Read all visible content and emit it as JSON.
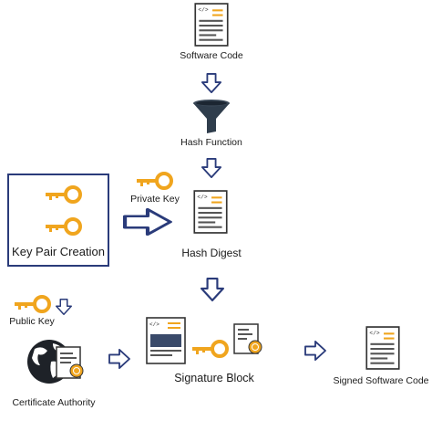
{
  "labels": {
    "software_code": "Software Code",
    "hash_function": "Hash Function",
    "private_key": "Private Key",
    "key_pair_creation": "Key Pair Creation",
    "hash_digest": "Hash Digest",
    "public_key": "Public Key",
    "signature_block": "Signature Block",
    "signed_software_code": "Signed Software Code",
    "certificate_authority": "Certificate Authority"
  },
  "colors": {
    "arrow_stroke": "#2a3b7a",
    "key_gold": "#f0a51e",
    "doc_accent": "#f0a51e",
    "funnel": "#2f3d4c"
  }
}
